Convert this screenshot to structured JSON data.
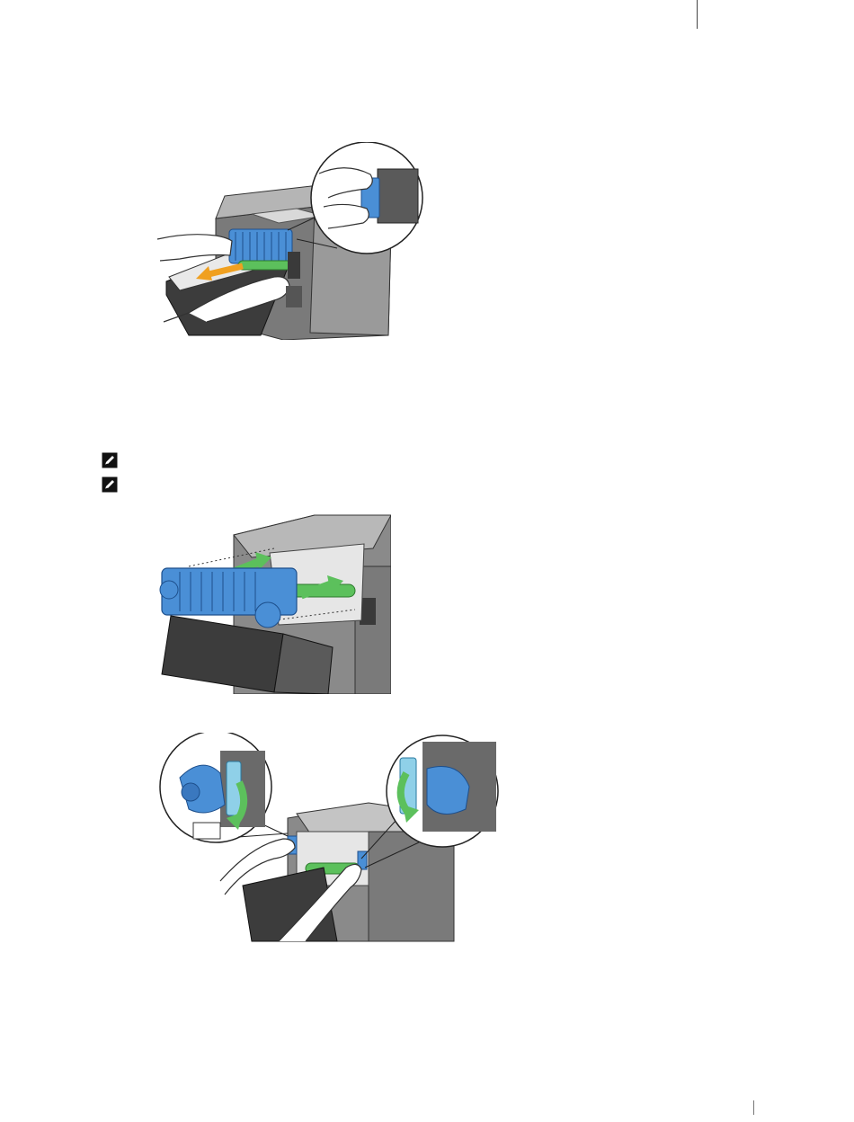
{
  "page": {
    "icons": {
      "note": "pencil-note-icon"
    },
    "colors": {
      "fuser_blue": "#4a8fd6",
      "roller_green": "#5cc05c",
      "arrow_orange": "#f0a020",
      "printer_gray": "#6e6e6e",
      "panel_dark": "#4a4a4a"
    },
    "illustrations": [
      "fuser-removal-illustration",
      "fuser-insertion-illustration",
      "lever-lowering-illustration"
    ]
  }
}
